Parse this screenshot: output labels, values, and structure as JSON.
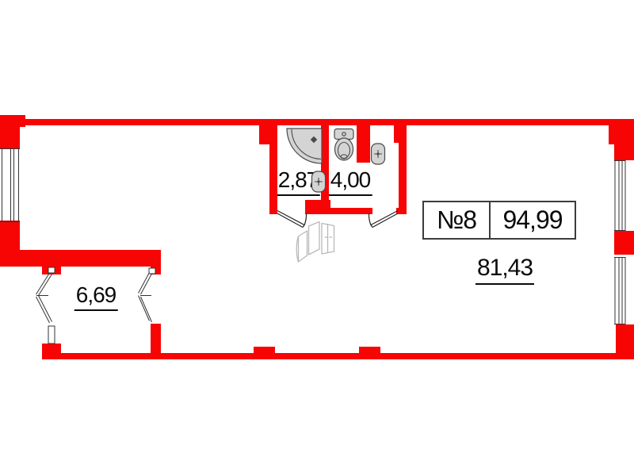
{
  "title": "Apartment floor plan",
  "unit": {
    "number": "№8",
    "total_area": "94,99",
    "living_area": "81,43"
  },
  "rooms": [
    {
      "name": "shower-room",
      "area": "2,87"
    },
    {
      "name": "toilet-room",
      "area": "4,00"
    },
    {
      "name": "balcony",
      "area": "6,69"
    }
  ],
  "icons": {
    "shower": "corner-shower-tray-icon",
    "toilet": "toilet-icon",
    "sink": "wall-sink-icon",
    "windows": "window-glazing-icon",
    "balcony_windows": "casement-window-icon",
    "doors": "door-swing-icon",
    "furniture": "wardrobe-sketch-icon"
  },
  "colors": {
    "wall": "#f70505",
    "line": "#333333",
    "text": "#0a0a0a",
    "fixture_fill": "#d4d4d4",
    "fixture_stroke": "#4a4a4a",
    "sketch": "#b9b9b9",
    "background": "#ffffff"
  }
}
